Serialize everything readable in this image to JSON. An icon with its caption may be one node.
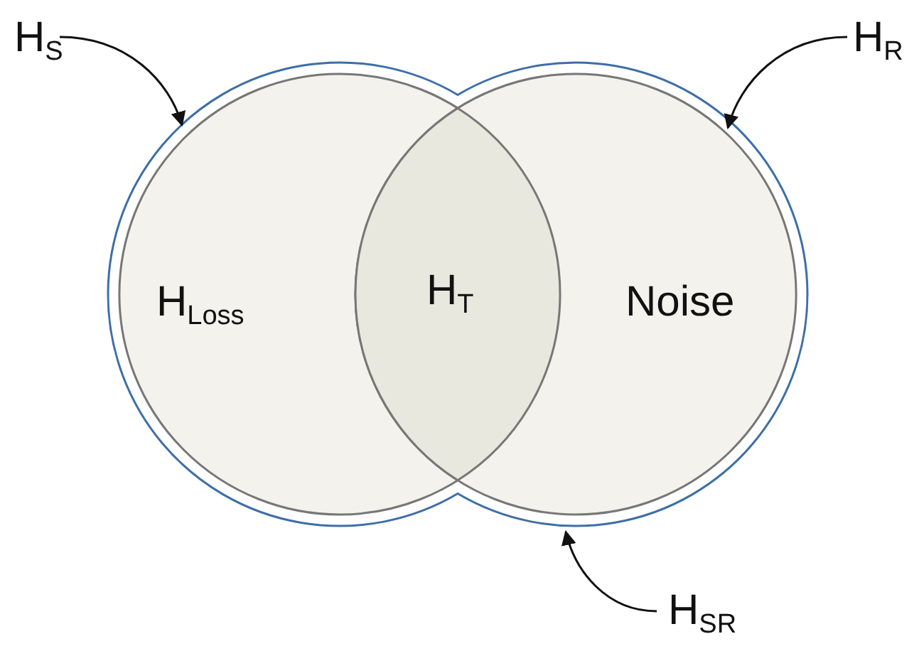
{
  "diagram": {
    "nodes": [
      {
        "text": [],
        "shape": "circle"
      },
      {
        "text": [
          "H$_{Loss}$"
        ],
        "in": 0
      },
      {
        "text": [
          "Noise"
        ],
        "in": 0
      },
      {
        "text": [
          "H$_{T}$"
        ]
      },
      {
        "text": [
          "H$_{S}$"
        ]
      },
      {
        "text": [
          "H$_{R}$"
        ]
      },
      {
        "text": [
          "H$_{SR}$"
        ]
      }
    ],
    "edges": [
      {
        "from": 4,
        "to": 1,
        "arrow": "to"
      },
      {
        "from": 5,
        "to": 2,
        "arrow": "to"
      },
      {
        "from": 6,
        "to": 0,
        "arrow": "to"
      }
    ]
  }
}
